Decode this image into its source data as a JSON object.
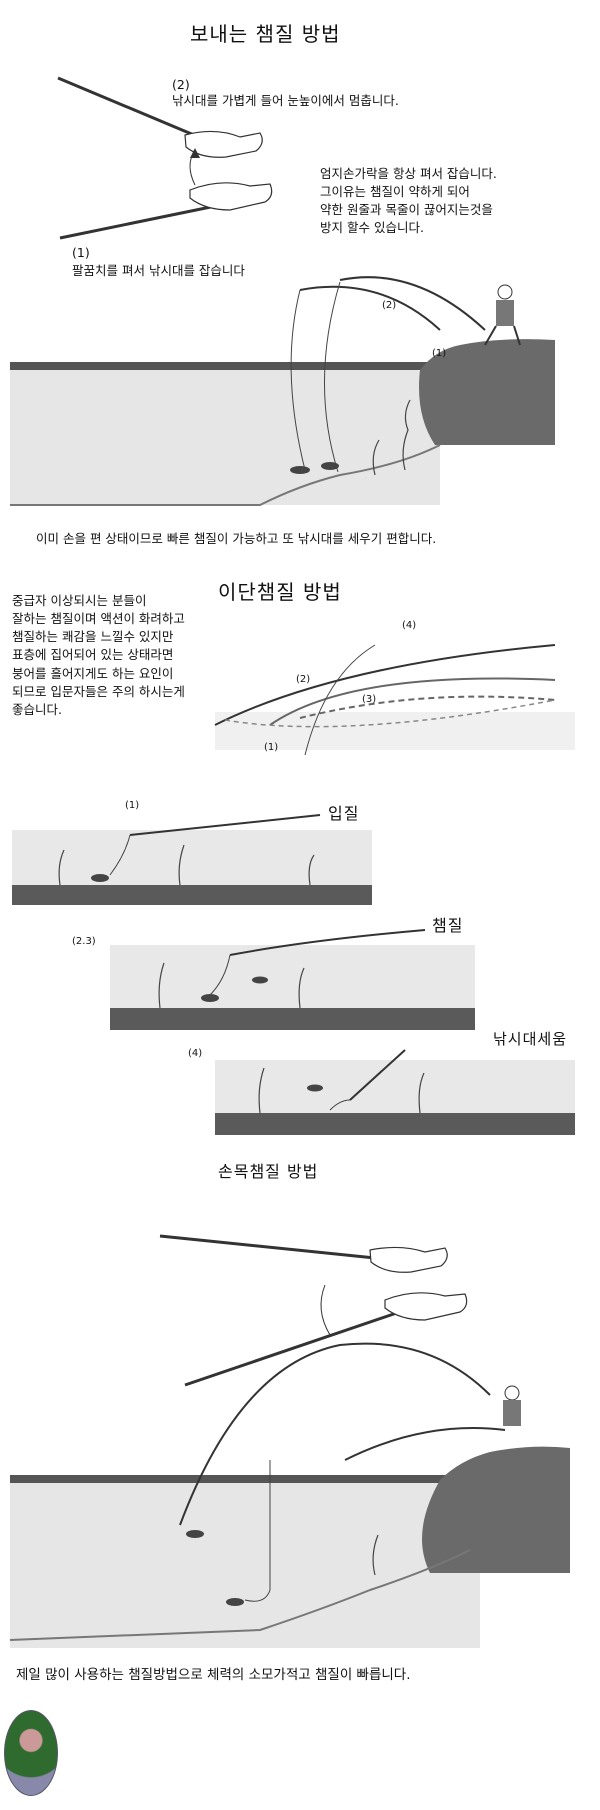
{
  "section1": {
    "title": "보내는 챔질 방법",
    "step2_num": "(2)",
    "step2_text": "낚시대를 가볍게 들어 눈높이에서 멈춥니다.",
    "thumb_note": [
      "엄지손가락을 항상 펴서 잡습니다.",
      "그이유는 챔질이 약하게 되어",
      "약한 원줄과 목줄이 끊어지는것을",
      "방지 할수 있습니다."
    ],
    "step1_num": "(1)",
    "step1_text": "팔꿈치를 펴서 낚시대를 잡습니다",
    "scene_label_2": "(2)",
    "scene_label_1": "(1)",
    "caption": "이미 손을 편 상태이므로 빠른 챔질이 가능하고 또 낚시대를 세우기 편합니다."
  },
  "section2": {
    "title": "이단챔질 방법",
    "note": [
      "중급자 이상되시는 분들이",
      "잘하는 챔질이며 액션이 화려하고",
      "챔질하는 쾌감을 느낄수 있지만",
      "표층에 집어되어 있는 상태라면",
      "붕어를 흘어지게도 하는 요인이",
      "되므로 입문자들은 주의 하시는게",
      "좋습니다."
    ],
    "labels": [
      "(4)",
      "(2)",
      "(3)",
      "(1)"
    ],
    "panel1": {
      "num": "(1)",
      "title": "입질"
    },
    "panel2": {
      "num": "(2.3)",
      "title": "챔질"
    },
    "panel3": {
      "num": "(4)",
      "title": "낚시대세움"
    }
  },
  "section3": {
    "title": "손목챔질 방법",
    "caption": "제일 많이 사용하는 챔질방법으로 체력의 소모가적고 챔질이 빠릅니다."
  }
}
